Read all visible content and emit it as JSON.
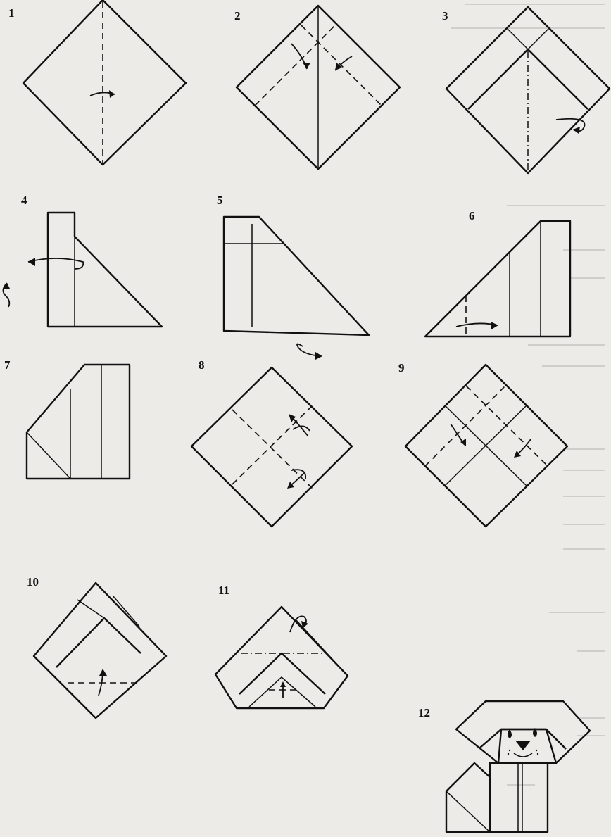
{
  "steps": [
    {
      "number": "1"
    },
    {
      "number": "2"
    },
    {
      "number": "3"
    },
    {
      "number": "4"
    },
    {
      "number": "5"
    },
    {
      "number": "6"
    },
    {
      "number": "7"
    },
    {
      "number": "8"
    },
    {
      "number": "9"
    },
    {
      "number": "10"
    },
    {
      "number": "11"
    },
    {
      "number": "12"
    }
  ]
}
